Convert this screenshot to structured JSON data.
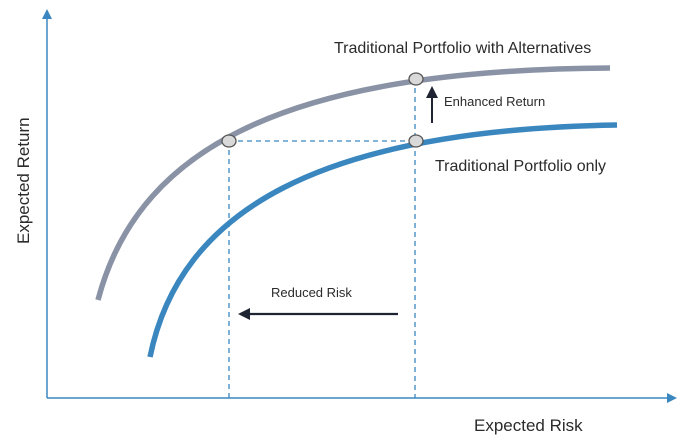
{
  "axes": {
    "x_label": "Expected Risk",
    "y_label": "Expected Return"
  },
  "curves": {
    "alternatives": {
      "label": "Traditional Portfolio with Alternatives",
      "color": "#8a93a5"
    },
    "traditional": {
      "label": "Traditional Portfolio only",
      "color": "#3a87c0"
    }
  },
  "annotations": {
    "enhanced_return": "Enhanced Return",
    "reduced_risk": "Reduced Risk"
  },
  "colors": {
    "axis": "#3a87c0",
    "guide": "#3a87c0",
    "arrow": "#1f2433",
    "marker_fill": "#d9d9d9",
    "marker_stroke": "#555555"
  }
}
